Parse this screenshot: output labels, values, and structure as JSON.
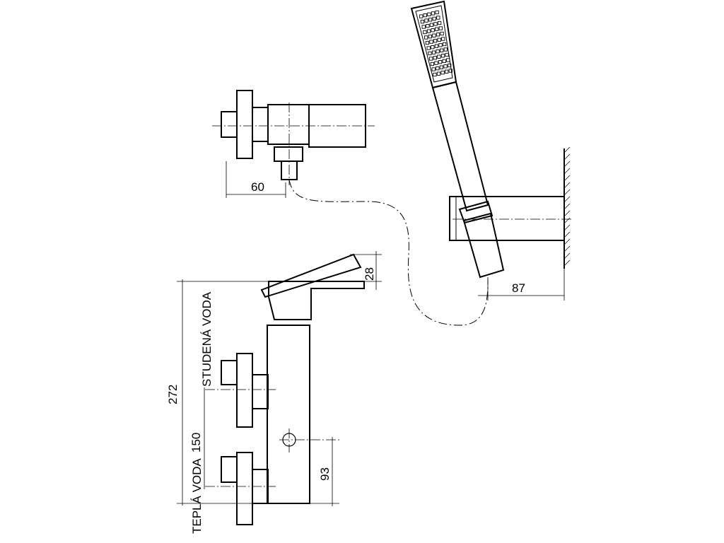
{
  "dimensions": {
    "d60": "60",
    "d87": "87",
    "d28": "28",
    "d272": "272",
    "d150": "150",
    "d93": "93"
  },
  "labels": {
    "cold_water": "STUDENÁ VODA",
    "warm_water": "TEPLÁ VODA"
  }
}
